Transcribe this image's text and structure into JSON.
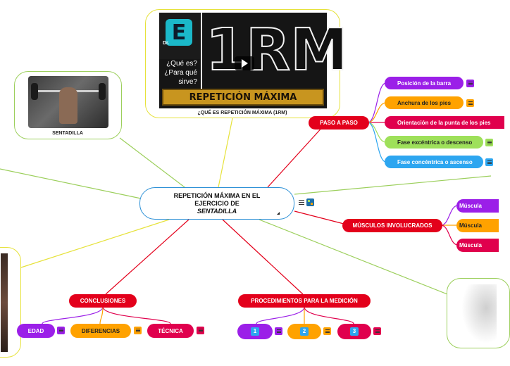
{
  "central": {
    "line1": "REPETICIÓN MÁXIMA EN EL",
    "line2": "EJERCICIO DE",
    "line3": "SENTADILLA"
  },
  "video_card": {
    "logo_letter": "E",
    "logo_prefix": "Dr.",
    "question1": "¿Qué es?",
    "question2": "¿Para qué",
    "question3": "sirve?",
    "big_title": "1RM",
    "banner": "REPETICIÓN MÁXIMA",
    "caption": "¿QUÉ ES REPETICIÓN MÁXIMA (1RM)"
  },
  "sentadilla_card": {
    "caption": "SENTADILLA"
  },
  "paso_a_paso": {
    "label": "PASO A PASO",
    "children": [
      "Posición de la barra",
      "Anchura de los pies",
      "Orientación de la punta de los pies",
      "Fase excéntrica o descenso",
      "Fase concéntrica o ascenso"
    ]
  },
  "musculos": {
    "label": "MÚSCULOS INVOLUCRADOS",
    "children": [
      "Múscula",
      "Múscula",
      "Múscula"
    ]
  },
  "conclusiones": {
    "label": "CONCLUSIONES",
    "children": [
      "EDAD",
      "DIFERENCIAS",
      "TÉCNICA"
    ]
  },
  "procedimientos": {
    "label": "PROCEDIMIENTOS PARA LA MEDICIÓN",
    "children": [
      "1",
      "2",
      "3"
    ]
  },
  "colors": {
    "red": "#e3001b",
    "purple": "#9b1fe8",
    "orange": "#ffa200",
    "crimson": "#e0004d",
    "green": "#9ee05a",
    "blue": "#2da6f0",
    "yellow_border": "#e6e23b",
    "green_border": "#9ccf5c",
    "central_border": "#2a8fd6"
  }
}
